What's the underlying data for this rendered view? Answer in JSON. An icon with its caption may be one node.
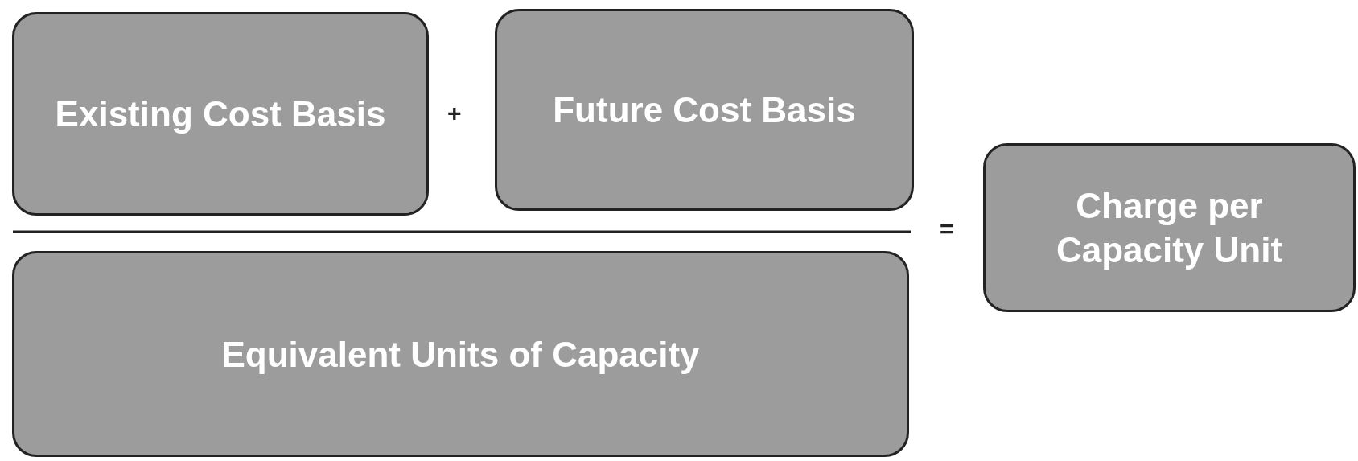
{
  "diagram": {
    "nodes": [
      {
        "text": [
          "Existing Cost Basis"
        ]
      },
      {
        "text": [
          "Future Cost Basis"
        ]
      },
      {
        "text": [
          "Equivalent Units of Capacity"
        ]
      },
      {
        "text": [
          "Charge per Capacity Unit"
        ]
      }
    ],
    "labels": [
      "+",
      "="
    ]
  }
}
